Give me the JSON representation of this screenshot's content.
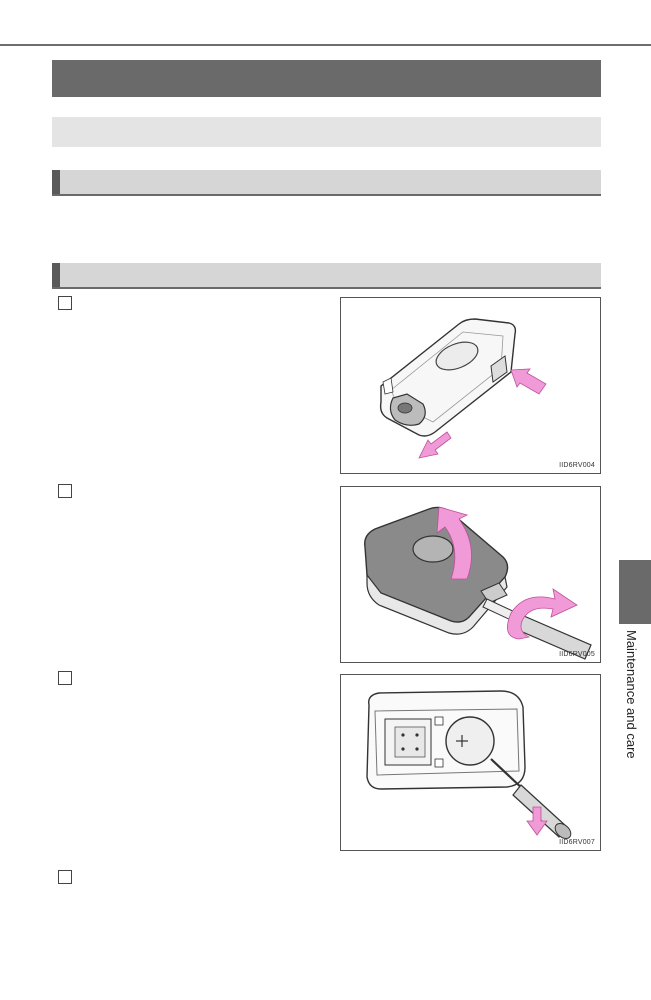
{
  "figures": [
    {
      "code": "IID6RV004"
    },
    {
      "code": "IID6RV005"
    },
    {
      "code": "IID6RV007"
    }
  ],
  "side_tab": {
    "label": "Maintenance and care"
  },
  "colors": {
    "arrow": "#f09ad8",
    "arrow_stroke": "#c0509a",
    "band_dark": "#6a6a6a",
    "band_light": "#e4e4e4"
  }
}
